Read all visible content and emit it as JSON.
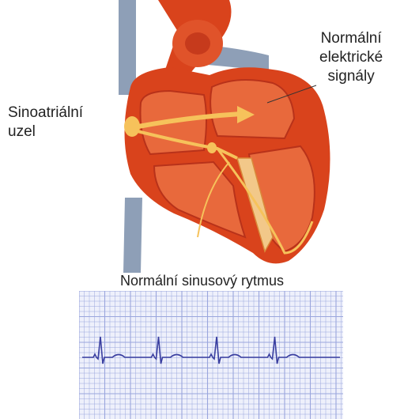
{
  "labels": {
    "sa_node_line1": "Sinoatriální",
    "sa_node_line2": "uzel",
    "signals_line1": "Normální",
    "signals_line2": "elektrické",
    "signals_line3": "signály"
  },
  "ecg": {
    "title": "Normální sinusový rytmus",
    "beats": 4
  },
  "colors": {
    "heart_outer": "#d9431c",
    "heart_inner": "#e8693c",
    "heart_dark": "#b8321a",
    "vein": "#8e9fb7",
    "signal": "#f6c25b",
    "ecg_grid": "#9aa6dd",
    "ecg_bg": "#eef0fb",
    "ecg_trace": "#3a3fa0"
  }
}
